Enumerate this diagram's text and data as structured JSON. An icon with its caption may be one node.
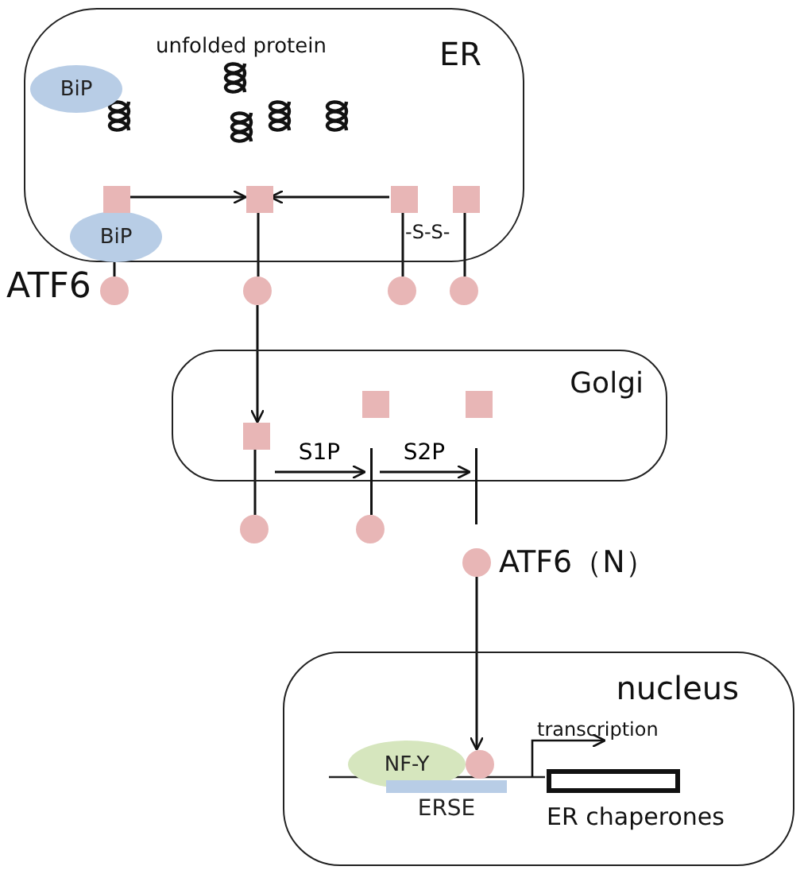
{
  "diagram": {
    "nodes": [
      {
        "text": [
          "ER"
        ]
      },
      {
        "text": [
          "BiP"
        ],
        "in": 0
      },
      {
        "text": [
          "BiP"
        ],
        "in": 0
      },
      {
        "text": [],
        "shape": "box",
        "in": 0
      },
      {
        "text": [],
        "shape": "box",
        "in": 0
      },
      {
        "text": [],
        "shape": "box",
        "in": 0
      },
      {
        "text": [],
        "shape": "box",
        "in": 0
      },
      {
        "text": [],
        "shape": "circle",
        "beside": [
          "ATF6"
        ]
      },
      {
        "text": [],
        "shape": "circle"
      },
      {
        "text": [],
        "shape": "circle"
      },
      {
        "text": [],
        "shape": "circle"
      },
      {
        "text": [
          "Golgi"
        ]
      },
      {
        "text": [],
        "shape": "box",
        "in": 11
      },
      {
        "text": [],
        "shape": "box",
        "in": 11
      },
      {
        "text": [],
        "shape": "box",
        "in": 11
      },
      {
        "text": [],
        "shape": "circle"
      },
      {
        "text": [],
        "shape": "circle"
      },
      {
        "text": [],
        "shape": "circle",
        "beside": [
          "ATF6（N）"
        ]
      },
      {
        "text": [
          "nucleus"
        ]
      },
      {
        "text": [
          "NF-Y"
        ],
        "in": 18
      },
      {
        "text": [],
        "shape": "circle",
        "in": 18
      },
      {
        "text": [
          "ERSE"
        ],
        "in": 18
      },
      {
        "text": [
          "ER chaperones"
        ],
        "in": 18
      },
      {
        "text": [],
        "shape": "line"
      },
      {
        "text": [],
        "shape": "line"
      }
    ],
    "edges": [
      {
        "from": 3,
        "to": 4,
        "arrow": "to"
      },
      {
        "from": 5,
        "to": 4,
        "arrow": "to"
      },
      {
        "from": 2,
        "to": 7,
        "arrow": "none"
      },
      {
        "from": 4,
        "to": 8,
        "arrow": "none"
      },
      {
        "from": 5,
        "to": 9,
        "arrow": "none"
      },
      {
        "from": 6,
        "to": 10,
        "arrow": "none"
      },
      {
        "from": 8,
        "to": 12,
        "arrow": "to"
      },
      {
        "from": 11,
        "to": 23,
        "arrow": "to",
        "label": "S1P"
      },
      {
        "from": 23,
        "to": 24,
        "arrow": "to",
        "label": "S2P"
      },
      {
        "from": 12,
        "to": 15,
        "arrow": "none"
      },
      {
        "from": 17,
        "to": 20,
        "arrow": "to"
      }
    ],
    "labels": [
      "unfolded protein",
      "-S-S-",
      "transcription"
    ]
  }
}
